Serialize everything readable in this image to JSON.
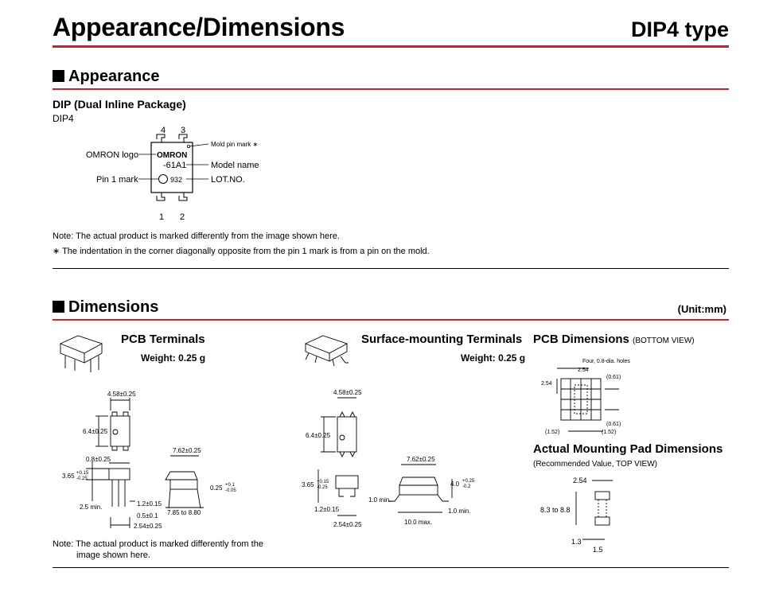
{
  "header": {
    "title": "Appearance/Dimensions",
    "type": "DIP4 type"
  },
  "appearance": {
    "heading": "Appearance",
    "subtitle": "DIP (Dual Inline Package)",
    "package": "DIP4",
    "pins_top": [
      "4",
      "3"
    ],
    "pins_bottom": [
      "1",
      "2"
    ],
    "labels": {
      "omron_logo": "OMRON logo",
      "pin1_mark": "Pin 1 mark",
      "mold_pin_mark": "Mold pin mark ∗",
      "model_name": "Model name",
      "lot_no": "LOT.NO."
    },
    "marking": {
      "brand": "OMRON",
      "model": "-61A1",
      "lot": "932"
    },
    "note1": "Note: The actual product is marked differently from the image shown here.",
    "note2": "∗ The indentation in the corner diagonally opposite from the pin 1 mark is from a pin on the mold."
  },
  "dimensions": {
    "heading": "Dimensions",
    "unit": "(Unit:mm)",
    "pcb": {
      "title": "PCB Terminals",
      "weight": "Weight: 0.25 g",
      "d_width": "4.58±0.25",
      "d_height": "6.4±0.25",
      "d_pitch_row": "7.62±0.25",
      "d_lead_w": "0.8±0.25",
      "d_body_h": "3.65",
      "d_body_tol_up": "+0.15",
      "d_body_tol_dn": "-0.25",
      "d_lead_t": "0.25",
      "d_lead_t_up": "+0.1",
      "d_lead_t_dn": "-0.05",
      "d_min": "2.5 min.",
      "d_12": "1.2±0.15",
      "d_05": "0.5±0.1",
      "d_254": "2.54±0.25",
      "d_span": "7.85 to 8.80"
    },
    "smt": {
      "title": "Surface-mounting Terminals",
      "weight": "Weight: 0.25 g",
      "d_width": "4.58±0.25",
      "d_height": "6.4±0.25",
      "d_pitch_row": "7.62±0.25",
      "d_body_h": "3.65",
      "d_body_tol_up": "+0.15",
      "d_body_tol_dn": "-0.25",
      "d_12": "1.2±0.15",
      "d_254": "2.54±0.25",
      "d_10min": "1.0 min.",
      "d_10min_b": "1.0 min.",
      "d_10max": "10.0 max.",
      "d_40": "4.0",
      "d_40_up": "+0.25",
      "d_40_dn": "-0.2"
    },
    "pcb_dims": {
      "title": "PCB Dimensions",
      "view": "(BOTTOM VIEW)",
      "holes": "Four, 0.8-dia. holes",
      "d_254a": "2.54",
      "d_254b": "2.54",
      "d_061a": "(0.61)",
      "d_061b": "(0.61)",
      "d_152a": "(1.52)",
      "d_152b": "(1.52)"
    },
    "pad": {
      "title": "Actual Mounting Pad Dimensions",
      "subtitle": "(Recommended Value, TOP VIEW)",
      "d_254": "2.54",
      "d_range": "8.3 to 8.8",
      "d_13": "1.3",
      "d_15": "1.5"
    },
    "note_line1": "Note: The actual product is marked differently from the",
    "note_line2": "image shown here."
  },
  "colors": {
    "accent": "#d0202a"
  }
}
